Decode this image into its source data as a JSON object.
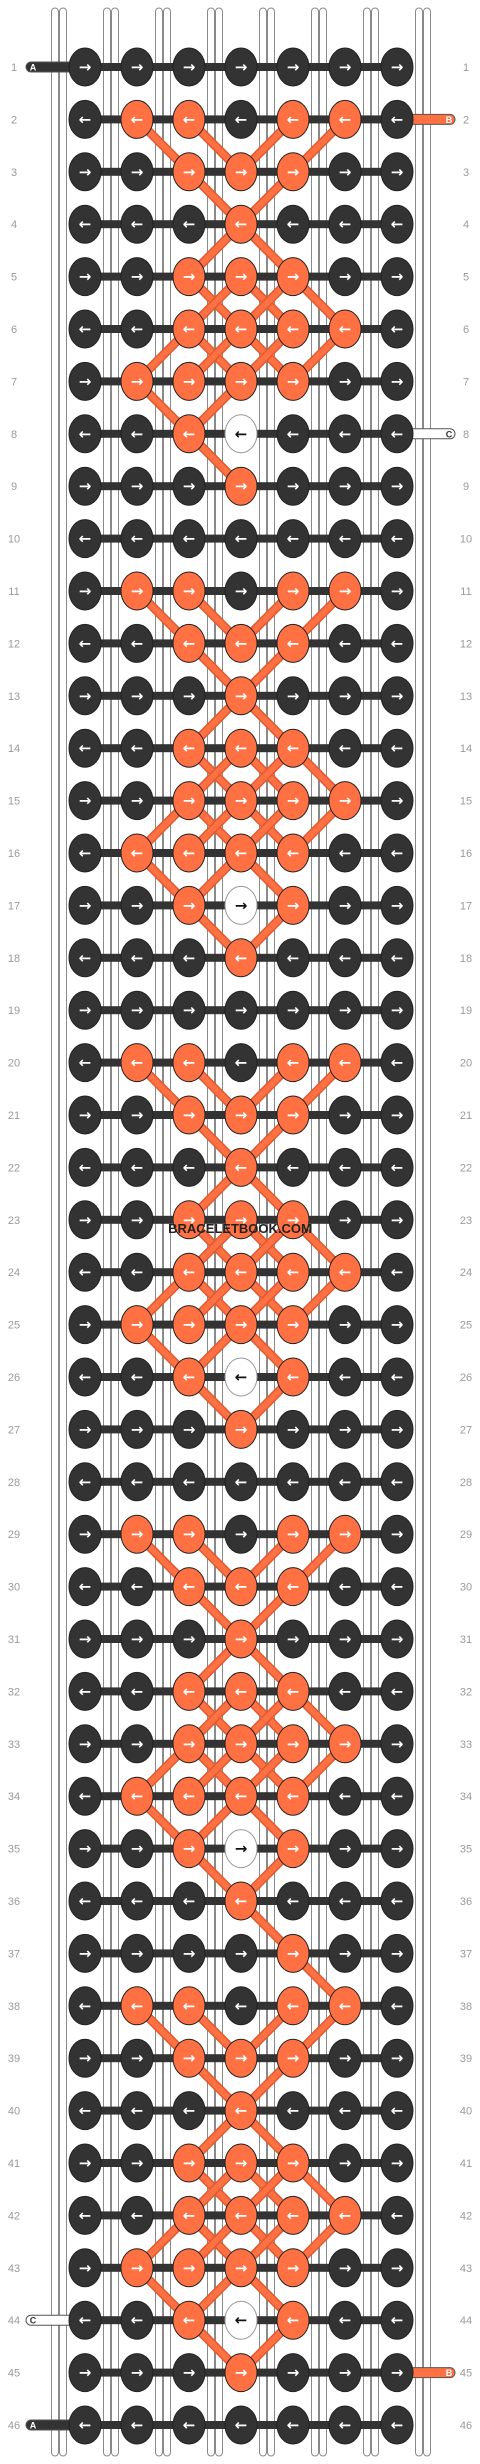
{
  "watermark": "BRACELETBOOK.COM",
  "colors": {
    "A": "#333333",
    "B": "#ff7043",
    "C": "#ffffff"
  },
  "strands_left": [
    {
      "row": 1,
      "letter": "A",
      "color": "A"
    },
    {
      "row": 44,
      "letter": "C",
      "color": "C"
    },
    {
      "row": 46,
      "letter": "A",
      "color": "A"
    }
  ],
  "strands_right": [
    {
      "row": 2,
      "letter": "B",
      "color": "B"
    },
    {
      "row": 8,
      "letter": "C",
      "color": "C"
    },
    {
      "row": 45,
      "letter": "B",
      "color": "B"
    }
  ],
  "rows": [
    {
      "n": 1,
      "knots": [
        [
          "A",
          "r"
        ],
        [
          "A",
          "r"
        ],
        [
          "A",
          "r"
        ],
        [
          "A",
          "r"
        ],
        [
          "A",
          "r"
        ],
        [
          "A",
          "r"
        ],
        [
          "A",
          "r"
        ]
      ]
    },
    {
      "n": 2,
      "knots": [
        [
          "A",
          "l"
        ],
        [
          "B",
          "l"
        ],
        [
          "B",
          "l"
        ],
        [
          "A",
          "l"
        ],
        [
          "B",
          "l"
        ],
        [
          "B",
          "l"
        ],
        [
          "A",
          "l"
        ]
      ]
    },
    {
      "n": 3,
      "knots": [
        [
          "A",
          "r"
        ],
        [
          "A",
          "r"
        ],
        [
          "B",
          "r"
        ],
        [
          "B",
          "r"
        ],
        [
          "B",
          "r"
        ],
        [
          "A",
          "r"
        ],
        [
          "A",
          "r"
        ]
      ]
    },
    {
      "n": 4,
      "knots": [
        [
          "A",
          "l"
        ],
        [
          "A",
          "l"
        ],
        [
          "A",
          "l"
        ],
        [
          "B",
          "l"
        ],
        [
          "A",
          "l"
        ],
        [
          "A",
          "l"
        ],
        [
          "A",
          "l"
        ]
      ]
    },
    {
      "n": 5,
      "knots": [
        [
          "A",
          "r"
        ],
        [
          "A",
          "r"
        ],
        [
          "B",
          "r"
        ],
        [
          "B",
          "r"
        ],
        [
          "B",
          "r"
        ],
        [
          "A",
          "r"
        ],
        [
          "A",
          "r"
        ]
      ]
    },
    {
      "n": 6,
      "knots": [
        [
          "A",
          "l"
        ],
        [
          "A",
          "l"
        ],
        [
          "B",
          "l"
        ],
        [
          "B",
          "l"
        ],
        [
          "B",
          "l"
        ],
        [
          "B",
          "l"
        ],
        [
          "A",
          "l"
        ]
      ]
    },
    {
      "n": 7,
      "knots": [
        [
          "A",
          "r"
        ],
        [
          "B",
          "r"
        ],
        [
          "B",
          "r"
        ],
        [
          "B",
          "r"
        ],
        [
          "B",
          "r"
        ],
        [
          "A",
          "r"
        ],
        [
          "A",
          "r"
        ]
      ]
    },
    {
      "n": 8,
      "knots": [
        [
          "A",
          "l"
        ],
        [
          "A",
          "l"
        ],
        [
          "B",
          "l"
        ],
        [
          "C",
          "l"
        ],
        [
          "A",
          "l"
        ],
        [
          "A",
          "l"
        ],
        [
          "A",
          "l"
        ]
      ]
    },
    {
      "n": 9,
      "knots": [
        [
          "A",
          "r"
        ],
        [
          "A",
          "r"
        ],
        [
          "A",
          "r"
        ],
        [
          "B",
          "r"
        ],
        [
          "A",
          "r"
        ],
        [
          "A",
          "r"
        ],
        [
          "A",
          "r"
        ]
      ]
    },
    {
      "n": 10,
      "knots": [
        [
          "A",
          "l"
        ],
        [
          "A",
          "l"
        ],
        [
          "A",
          "l"
        ],
        [
          "A",
          "l"
        ],
        [
          "A",
          "l"
        ],
        [
          "A",
          "l"
        ],
        [
          "A",
          "l"
        ]
      ]
    },
    {
      "n": 11,
      "knots": [
        [
          "A",
          "r"
        ],
        [
          "B",
          "r"
        ],
        [
          "B",
          "r"
        ],
        [
          "A",
          "r"
        ],
        [
          "B",
          "r"
        ],
        [
          "B",
          "r"
        ],
        [
          "A",
          "r"
        ]
      ]
    },
    {
      "n": 12,
      "knots": [
        [
          "A",
          "l"
        ],
        [
          "A",
          "l"
        ],
        [
          "B",
          "l"
        ],
        [
          "B",
          "l"
        ],
        [
          "B",
          "l"
        ],
        [
          "A",
          "l"
        ],
        [
          "A",
          "l"
        ]
      ]
    },
    {
      "n": 13,
      "knots": [
        [
          "A",
          "r"
        ],
        [
          "A",
          "r"
        ],
        [
          "A",
          "r"
        ],
        [
          "B",
          "r"
        ],
        [
          "A",
          "r"
        ],
        [
          "A",
          "r"
        ],
        [
          "A",
          "r"
        ]
      ]
    },
    {
      "n": 14,
      "knots": [
        [
          "A",
          "l"
        ],
        [
          "A",
          "l"
        ],
        [
          "B",
          "l"
        ],
        [
          "B",
          "l"
        ],
        [
          "B",
          "l"
        ],
        [
          "A",
          "l"
        ],
        [
          "A",
          "l"
        ]
      ]
    },
    {
      "n": 15,
      "knots": [
        [
          "A",
          "r"
        ],
        [
          "A",
          "r"
        ],
        [
          "B",
          "r"
        ],
        [
          "B",
          "r"
        ],
        [
          "B",
          "r"
        ],
        [
          "B",
          "r"
        ],
        [
          "A",
          "r"
        ]
      ]
    },
    {
      "n": 16,
      "knots": [
        [
          "A",
          "l"
        ],
        [
          "B",
          "l"
        ],
        [
          "B",
          "l"
        ],
        [
          "B",
          "l"
        ],
        [
          "B",
          "l"
        ],
        [
          "A",
          "l"
        ],
        [
          "A",
          "l"
        ]
      ]
    },
    {
      "n": 17,
      "knots": [
        [
          "A",
          "r"
        ],
        [
          "A",
          "r"
        ],
        [
          "B",
          "r"
        ],
        [
          "C",
          "r"
        ],
        [
          "B",
          "r"
        ],
        [
          "A",
          "r"
        ],
        [
          "A",
          "r"
        ]
      ]
    },
    {
      "n": 18,
      "knots": [
        [
          "A",
          "l"
        ],
        [
          "A",
          "l"
        ],
        [
          "A",
          "l"
        ],
        [
          "B",
          "l"
        ],
        [
          "A",
          "l"
        ],
        [
          "A",
          "l"
        ],
        [
          "A",
          "l"
        ]
      ]
    },
    {
      "n": 19,
      "knots": [
        [
          "A",
          "r"
        ],
        [
          "A",
          "r"
        ],
        [
          "A",
          "r"
        ],
        [
          "A",
          "r"
        ],
        [
          "A",
          "r"
        ],
        [
          "A",
          "r"
        ],
        [
          "A",
          "r"
        ]
      ]
    },
    {
      "n": 20,
      "knots": [
        [
          "A",
          "l"
        ],
        [
          "B",
          "l"
        ],
        [
          "B",
          "l"
        ],
        [
          "A",
          "l"
        ],
        [
          "B",
          "l"
        ],
        [
          "B",
          "l"
        ],
        [
          "A",
          "l"
        ]
      ]
    },
    {
      "n": 21,
      "knots": [
        [
          "A",
          "r"
        ],
        [
          "A",
          "r"
        ],
        [
          "B",
          "r"
        ],
        [
          "B",
          "r"
        ],
        [
          "B",
          "r"
        ],
        [
          "A",
          "r"
        ],
        [
          "A",
          "r"
        ]
      ]
    },
    {
      "n": 22,
      "knots": [
        [
          "A",
          "l"
        ],
        [
          "A",
          "l"
        ],
        [
          "A",
          "l"
        ],
        [
          "B",
          "l"
        ],
        [
          "A",
          "l"
        ],
        [
          "A",
          "l"
        ],
        [
          "A",
          "l"
        ]
      ]
    },
    {
      "n": 23,
      "knots": [
        [
          "A",
          "r"
        ],
        [
          "A",
          "r"
        ],
        [
          "B",
          "r"
        ],
        [
          "B",
          "r"
        ],
        [
          "B",
          "r"
        ],
        [
          "A",
          "r"
        ],
        [
          "A",
          "r"
        ]
      ]
    },
    {
      "n": 24,
      "knots": [
        [
          "A",
          "l"
        ],
        [
          "A",
          "l"
        ],
        [
          "B",
          "l"
        ],
        [
          "B",
          "l"
        ],
        [
          "B",
          "l"
        ],
        [
          "B",
          "l"
        ],
        [
          "A",
          "l"
        ]
      ]
    },
    {
      "n": 25,
      "knots": [
        [
          "A",
          "r"
        ],
        [
          "B",
          "r"
        ],
        [
          "B",
          "r"
        ],
        [
          "B",
          "r"
        ],
        [
          "B",
          "r"
        ],
        [
          "A",
          "r"
        ],
        [
          "A",
          "r"
        ]
      ]
    },
    {
      "n": 26,
      "knots": [
        [
          "A",
          "l"
        ],
        [
          "A",
          "l"
        ],
        [
          "B",
          "l"
        ],
        [
          "C",
          "l"
        ],
        [
          "B",
          "l"
        ],
        [
          "A",
          "l"
        ],
        [
          "A",
          "l"
        ]
      ]
    },
    {
      "n": 27,
      "knots": [
        [
          "A",
          "r"
        ],
        [
          "A",
          "r"
        ],
        [
          "A",
          "r"
        ],
        [
          "B",
          "r"
        ],
        [
          "A",
          "r"
        ],
        [
          "A",
          "r"
        ],
        [
          "A",
          "r"
        ]
      ]
    },
    {
      "n": 28,
      "knots": [
        [
          "A",
          "l"
        ],
        [
          "A",
          "l"
        ],
        [
          "A",
          "l"
        ],
        [
          "A",
          "l"
        ],
        [
          "A",
          "l"
        ],
        [
          "A",
          "l"
        ],
        [
          "A",
          "l"
        ]
      ]
    },
    {
      "n": 29,
      "knots": [
        [
          "A",
          "r"
        ],
        [
          "B",
          "r"
        ],
        [
          "B",
          "r"
        ],
        [
          "A",
          "r"
        ],
        [
          "B",
          "r"
        ],
        [
          "B",
          "r"
        ],
        [
          "A",
          "r"
        ]
      ]
    },
    {
      "n": 30,
      "knots": [
        [
          "A",
          "l"
        ],
        [
          "A",
          "l"
        ],
        [
          "B",
          "l"
        ],
        [
          "B",
          "l"
        ],
        [
          "B",
          "l"
        ],
        [
          "A",
          "l"
        ],
        [
          "A",
          "l"
        ]
      ]
    },
    {
      "n": 31,
      "knots": [
        [
          "A",
          "r"
        ],
        [
          "A",
          "r"
        ],
        [
          "A",
          "r"
        ],
        [
          "B",
          "r"
        ],
        [
          "A",
          "r"
        ],
        [
          "A",
          "r"
        ],
        [
          "A",
          "r"
        ]
      ]
    },
    {
      "n": 32,
      "knots": [
        [
          "A",
          "l"
        ],
        [
          "A",
          "l"
        ],
        [
          "B",
          "l"
        ],
        [
          "B",
          "l"
        ],
        [
          "B",
          "l"
        ],
        [
          "A",
          "l"
        ],
        [
          "A",
          "l"
        ]
      ]
    },
    {
      "n": 33,
      "knots": [
        [
          "A",
          "r"
        ],
        [
          "A",
          "r"
        ],
        [
          "B",
          "r"
        ],
        [
          "B",
          "r"
        ],
        [
          "B",
          "r"
        ],
        [
          "B",
          "r"
        ],
        [
          "A",
          "r"
        ]
      ]
    },
    {
      "n": 34,
      "knots": [
        [
          "A",
          "l"
        ],
        [
          "B",
          "l"
        ],
        [
          "B",
          "l"
        ],
        [
          "B",
          "l"
        ],
        [
          "B",
          "l"
        ],
        [
          "A",
          "l"
        ],
        [
          "A",
          "l"
        ]
      ]
    },
    {
      "n": 35,
      "knots": [
        [
          "A",
          "r"
        ],
        [
          "A",
          "r"
        ],
        [
          "B",
          "r"
        ],
        [
          "C",
          "r"
        ],
        [
          "B",
          "r"
        ],
        [
          "A",
          "r"
        ],
        [
          "A",
          "r"
        ]
      ]
    },
    {
      "n": 36,
      "knots": [
        [
          "A",
          "l"
        ],
        [
          "A",
          "l"
        ],
        [
          "A",
          "l"
        ],
        [
          "B",
          "l"
        ],
        [
          "A",
          "l"
        ],
        [
          "A",
          "l"
        ],
        [
          "A",
          "l"
        ]
      ]
    },
    {
      "n": 37,
      "knots": [
        [
          "A",
          "r"
        ],
        [
          "A",
          "r"
        ],
        [
          "A",
          "r"
        ],
        [
          "A",
          "r"
        ],
        [
          "B",
          "r"
        ],
        [
          "A",
          "r"
        ],
        [
          "A",
          "r"
        ]
      ]
    },
    {
      "n": 38,
      "knots": [
        [
          "A",
          "l"
        ],
        [
          "B",
          "l"
        ],
        [
          "B",
          "l"
        ],
        [
          "A",
          "l"
        ],
        [
          "B",
          "l"
        ],
        [
          "B",
          "l"
        ],
        [
          "A",
          "l"
        ]
      ]
    },
    {
      "n": 39,
      "knots": [
        [
          "A",
          "r"
        ],
        [
          "A",
          "r"
        ],
        [
          "B",
          "r"
        ],
        [
          "B",
          "r"
        ],
        [
          "B",
          "r"
        ],
        [
          "A",
          "r"
        ],
        [
          "A",
          "r"
        ]
      ]
    },
    {
      "n": 40,
      "knots": [
        [
          "A",
          "l"
        ],
        [
          "A",
          "l"
        ],
        [
          "A",
          "l"
        ],
        [
          "B",
          "l"
        ],
        [
          "A",
          "l"
        ],
        [
          "A",
          "l"
        ],
        [
          "A",
          "l"
        ]
      ]
    },
    {
      "n": 41,
      "knots": [
        [
          "A",
          "r"
        ],
        [
          "A",
          "r"
        ],
        [
          "B",
          "r"
        ],
        [
          "B",
          "r"
        ],
        [
          "B",
          "r"
        ],
        [
          "A",
          "r"
        ],
        [
          "A",
          "r"
        ]
      ]
    },
    {
      "n": 42,
      "knots": [
        [
          "A",
          "l"
        ],
        [
          "A",
          "l"
        ],
        [
          "B",
          "l"
        ],
        [
          "B",
          "l"
        ],
        [
          "B",
          "l"
        ],
        [
          "B",
          "l"
        ],
        [
          "A",
          "l"
        ]
      ]
    },
    {
      "n": 43,
      "knots": [
        [
          "A",
          "r"
        ],
        [
          "B",
          "r"
        ],
        [
          "B",
          "r"
        ],
        [
          "B",
          "r"
        ],
        [
          "B",
          "r"
        ],
        [
          "A",
          "r"
        ],
        [
          "A",
          "r"
        ]
      ]
    },
    {
      "n": 44,
      "knots": [
        [
          "A",
          "l"
        ],
        [
          "A",
          "l"
        ],
        [
          "B",
          "l"
        ],
        [
          "C",
          "l"
        ],
        [
          "B",
          "l"
        ],
        [
          "A",
          "l"
        ],
        [
          "A",
          "l"
        ]
      ]
    },
    {
      "n": 45,
      "knots": [
        [
          "A",
          "r"
        ],
        [
          "A",
          "r"
        ],
        [
          "A",
          "r"
        ],
        [
          "B",
          "r"
        ],
        [
          "A",
          "r"
        ],
        [
          "A",
          "r"
        ],
        [
          "A",
          "r"
        ]
      ]
    },
    {
      "n": 46,
      "knots": [
        [
          "A",
          "l"
        ],
        [
          "A",
          "l"
        ],
        [
          "A",
          "l"
        ],
        [
          "A",
          "l"
        ],
        [
          "A",
          "l"
        ],
        [
          "A",
          "l"
        ],
        [
          "A",
          "l"
        ]
      ]
    }
  ]
}
